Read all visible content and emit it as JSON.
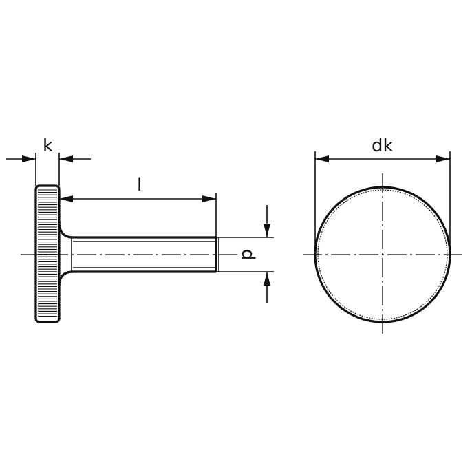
{
  "labels": {
    "k": "k",
    "l": "l",
    "d": "d",
    "dk": "dk"
  },
  "colors": {
    "line": "#111111",
    "background": "#ffffff"
  }
}
